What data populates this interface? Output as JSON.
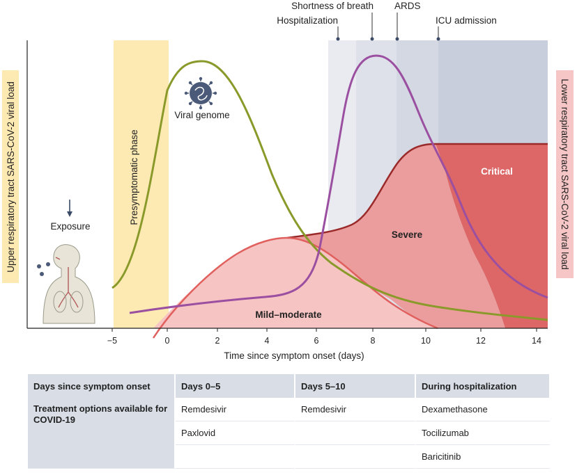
{
  "diagram": {
    "left_axis_label": "Upper respiratory tract SARS-CoV-2 viral load",
    "right_axis_label": "Lower respiratory tract SARS-CoV-2 viral load",
    "xlabel": "Time since symptom onset (days)",
    "x_ticks": [
      "−5",
      "0",
      "2",
      "4",
      "6",
      "8",
      "10",
      "12",
      "14"
    ],
    "exposure_label": "Exposure",
    "presymptomatic_label": "Presymptomatic phase",
    "viral_genome_label": "Viral genome",
    "events": {
      "hospitalization": "Hospitalization",
      "shortness_of_breath": "Shortness of breath",
      "ards": "ARDS",
      "icu_admission": "ICU admission"
    },
    "regions": {
      "mild_moderate": "Mild–moderate",
      "severe": "Severe",
      "critical": "Critical"
    },
    "colors": {
      "presymptomatic": "#fdeab3",
      "upper_curve": "#8a9a2a",
      "lower_curve": "#9b4fa0",
      "mild_fill": "#f7c4c4",
      "severe_fill": "#eb9c9c",
      "critical_fill": "#dd6666",
      "shade_light": "#eaebf1",
      "shade_mid": "#dfe1ea",
      "shade_dark": "#c8cedb"
    }
  },
  "table": {
    "headers": [
      "Days since symptom onset",
      "Days 0–5",
      "Days 5–10",
      "During hospitalization"
    ],
    "row_header": "Treatment options available for COVID-19",
    "rows": [
      [
        "Remdesivir",
        "Remdesivir",
        "Dexamethasone"
      ],
      [
        "Paxlovid",
        "",
        "Tocilizumab"
      ],
      [
        "",
        "",
        "Baricitinib"
      ]
    ]
  }
}
